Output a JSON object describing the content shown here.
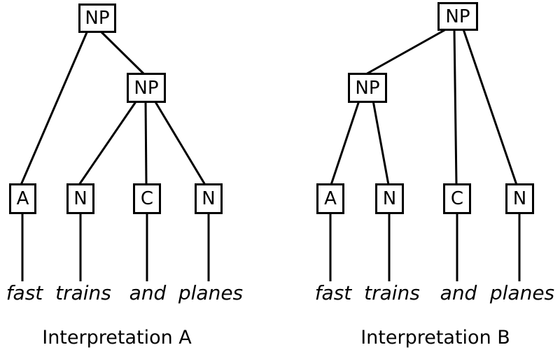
{
  "figure": {
    "background_color": "#ffffff",
    "line_color": "#000000"
  },
  "tree_a": {
    "caption": "Interpretation A",
    "root": "NP",
    "inner": "NP",
    "leaves": [
      "A",
      "N",
      "C",
      "N"
    ],
    "words": [
      "fast",
      "trains",
      "and",
      "planes"
    ]
  },
  "tree_b": {
    "caption": "Interpretation B",
    "root": "NP",
    "inner": "NP",
    "leaves": [
      "A",
      "N",
      "C",
      "N"
    ],
    "words": [
      "fast",
      "trains",
      "and",
      "planes"
    ]
  }
}
